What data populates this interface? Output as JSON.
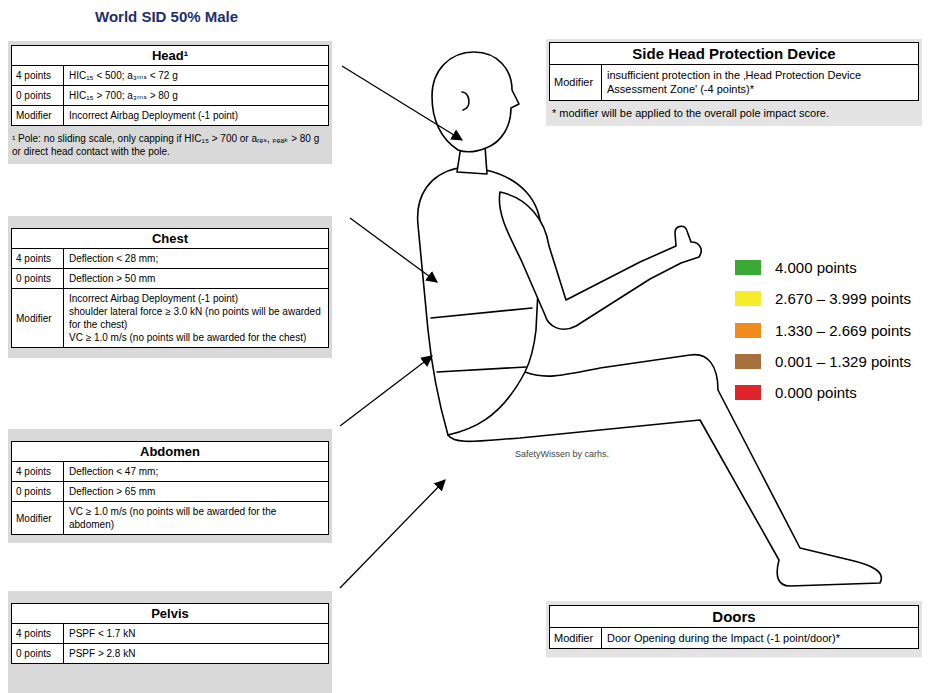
{
  "diagram": {
    "title": "World SID 50% Male",
    "nodes": [
      {
        "text": [
          "Head¹",
          "4 points",
          "HIC₁₅ < 500; a₃ₘₛ < 72 g",
          "0 points",
          "HIC₁₅ > 700; a₃ₘₛ > 80 g",
          "Modifier",
          "Incorrect Airbag Deployment (-1 point)"
        ]
      },
      {
        "text": [
          "Chest",
          "4 points",
          "Deflection < 28 mm;",
          "0 points",
          "Deflection > 50 mm",
          "Modifier",
          "Incorrect Airbag Deployment (-1 point)",
          "shoulder lateral force ≥ 3.0 kN (no points will be awarded for the chest)",
          "VC ≥ 1.0 m/s (no points will be awarded for the chest)"
        ]
      },
      {
        "text": [
          "Abdomen",
          "4 points",
          "Deflection < 47 mm;",
          "0 points",
          "Deflection > 65 mm",
          "Modifier",
          "VC ≥ 1.0 m/s (no points will be awarded for the abdomen)"
        ]
      },
      {
        "text": [
          "Pelvis",
          "4 points",
          "PSPF < 1.7 kN",
          "0 points",
          "PSPF > 2.8 kN"
        ]
      },
      {
        "text": [
          "Side Head Protection Device",
          "Modifier",
          "insufficient protection in the ‚Head Protection Device Assessment Zone' (-4 points)*"
        ]
      },
      {
        "text": [
          "Doors",
          "Modifier",
          "Door Opening during the Impact (-1 point/door)*"
        ]
      }
    ],
    "labels": [
      "¹ Pole: no sliding scale, only capping if HIC₁₅ > 700 or aᵣₑₛ, ₚₑₐₖ > 80 g or direct head contact with the pole.",
      "* modifier will be applied to the overall pole impact score.",
      "SafetyWissen by carhs."
    ],
    "legend": [
      {
        "text": "4.000 points",
        "color": "#3aaa35"
      },
      {
        "text": "2.670 – 3.999 points",
        "color": "#f5ec2c"
      },
      {
        "text": "1.330 – 2.669 points",
        "color": "#f08c1e"
      },
      {
        "text": "0.001 – 1.329 points",
        "color": "#a8703a"
      },
      {
        "text": "0.000 points",
        "color": "#e0242b"
      }
    ]
  }
}
